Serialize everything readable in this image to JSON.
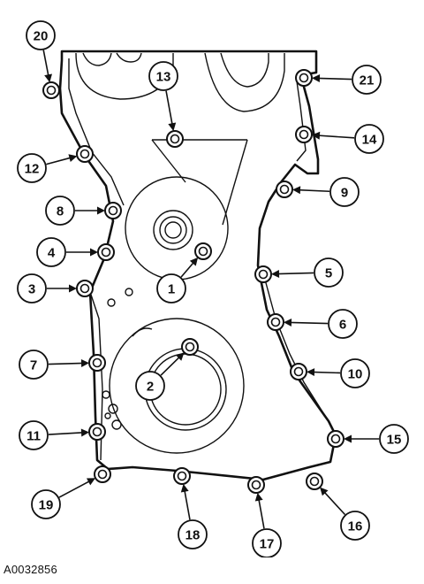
{
  "figure_id": "A0032856",
  "callouts": [
    {
      "label": "1"
    },
    {
      "label": "2"
    },
    {
      "label": "3"
    },
    {
      "label": "4"
    },
    {
      "label": "5"
    },
    {
      "label": "6"
    },
    {
      "label": "7"
    },
    {
      "label": "8"
    },
    {
      "label": "9"
    },
    {
      "label": "10"
    },
    {
      "label": "11"
    },
    {
      "label": "12"
    },
    {
      "label": "13"
    },
    {
      "label": "14"
    },
    {
      "label": "15"
    },
    {
      "label": "16"
    },
    {
      "label": "17"
    },
    {
      "label": "18"
    },
    {
      "label": "19"
    },
    {
      "label": "20"
    },
    {
      "label": "21"
    }
  ]
}
